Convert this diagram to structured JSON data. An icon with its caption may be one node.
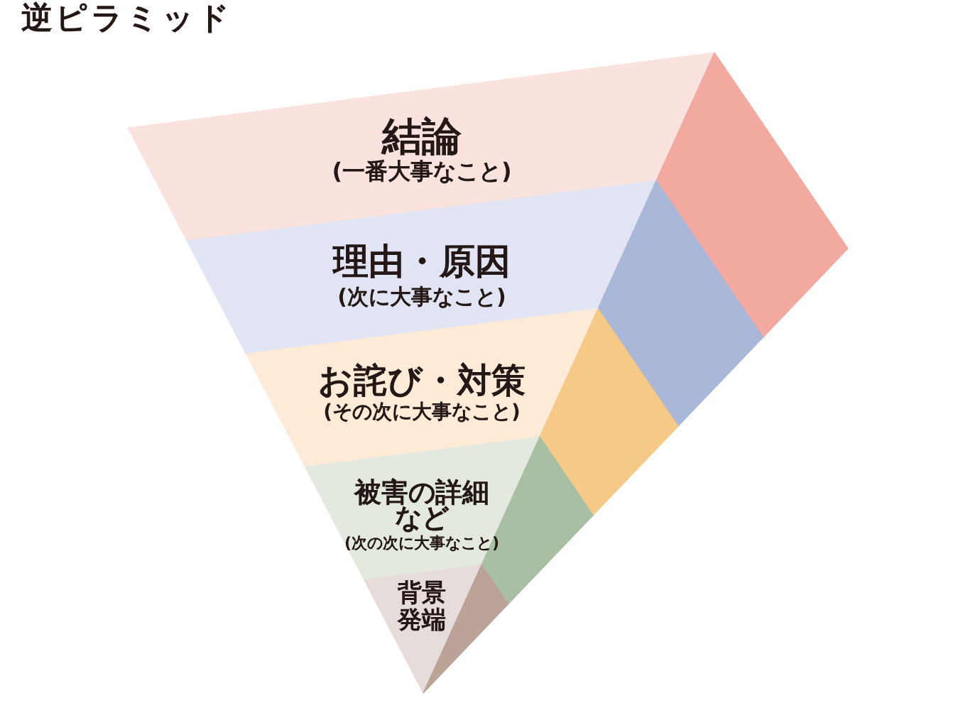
{
  "diagram": {
    "title": "逆ピラミッド",
    "nodes": [
      {
        "text": [
          "結論",
          "(一番大事なこと)"
        ]
      },
      {
        "text": [
          "理由・原因",
          "(次に大事なこと)"
        ]
      },
      {
        "text": [
          "お詫び・対策",
          "(その次に大事なこと)"
        ]
      },
      {
        "text": [
          "被害の詳細など",
          "(次の次に大事なこと)"
        ]
      },
      {
        "text": [
          "背景発端"
        ]
      }
    ]
  }
}
